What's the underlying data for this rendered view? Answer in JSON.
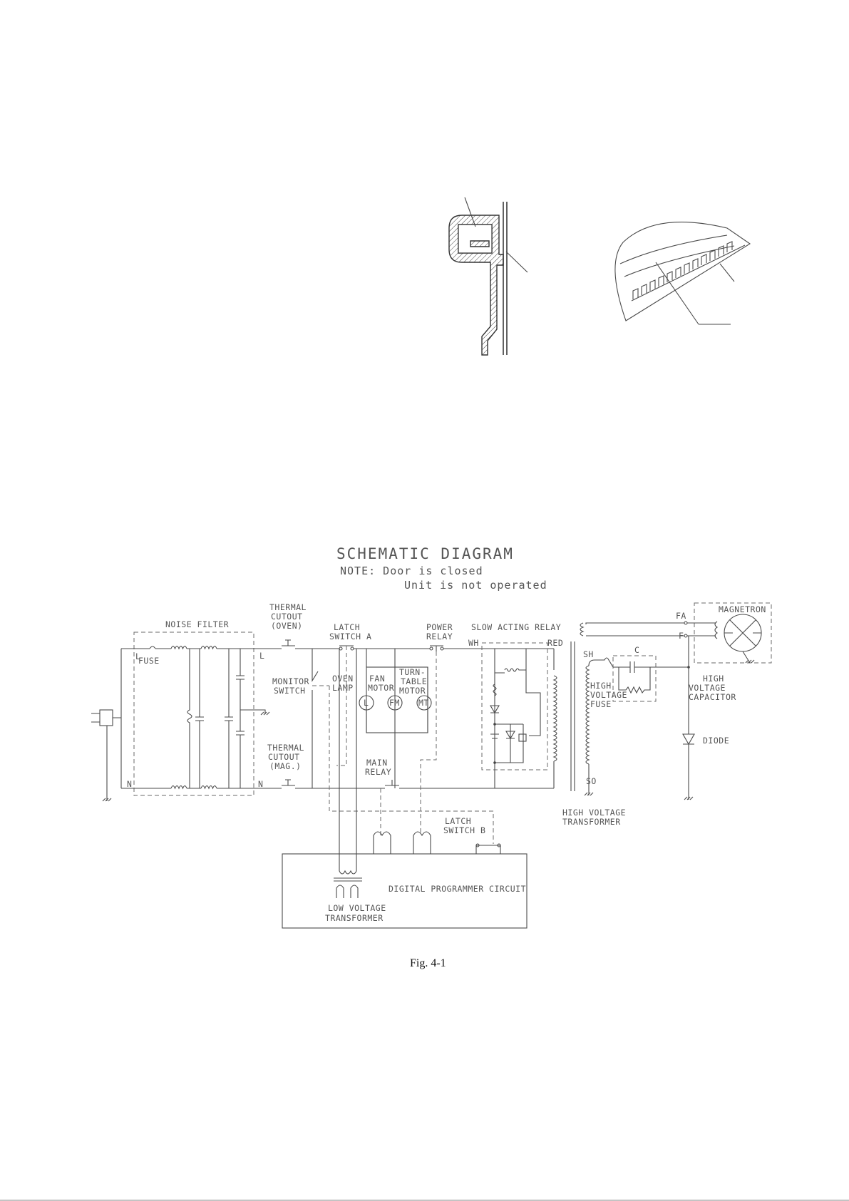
{
  "schematic": {
    "title": "SCHEMATIC   DIAGRAM",
    "note_line1": "NOTE: Door is closed",
    "note_line2": "Unit is not operated",
    "labels": {
      "noise_filter": "NOISE FILTER",
      "fuse": "FUSE",
      "l_left": "L",
      "n_left": "N",
      "l_right": "L",
      "n_right": "N",
      "thermal_cutout_oven_1": "THERMAL",
      "thermal_cutout_oven_2": "CUTOUT",
      "thermal_cutout_oven_3": "(OVEN)",
      "latch_switch_a_1": "LATCH",
      "latch_switch_a_2": "SWITCH A",
      "monitor_switch_1": "MONITOR",
      "monitor_switch_2": "SWITCH",
      "thermal_cutout_mag_1": "THERMAL",
      "thermal_cutout_mag_2": "CUTOUT",
      "thermal_cutout_mag_3": "(MAG.)",
      "oven_lamp_1": "OVEN",
      "oven_lamp_2": "LAMP",
      "fan_motor_1": "FAN",
      "fan_motor_2": "MOTOR",
      "turntable_1": "TURN-",
      "turntable_2": "TABLE",
      "turntable_3": "MOTOR",
      "lamp_symbol": "L",
      "fm_symbol": "FM",
      "mt_symbol": "MT",
      "power_relay_1": "POWER",
      "power_relay_2": "RELAY",
      "slow_acting_relay": "SLOW ACTING RELAY",
      "wh": "WH",
      "red": "RED",
      "main_relay_1": "MAIN",
      "main_relay_2": "RELAY",
      "latch_switch_b_1": "LATCH",
      "latch_switch_b_2": "SWITCH B",
      "digital_programmer": "DIGITAL PROGRAMMER CIRCUIT",
      "low_voltage_1": "LOW VOLTAGE",
      "low_voltage_2": "TRANSFORMER",
      "magnetron": "MAGNETRON",
      "fa": "FA",
      "f": "F",
      "sh": "SH",
      "so": "SO",
      "c": "C",
      "hv_fuse_1": "HIGH",
      "hv_fuse_2": "VOLTAGE",
      "hv_fuse_3": "FUSE",
      "hv_cap_1": "HIGH",
      "hv_cap_2": "VOLTAGE",
      "hv_cap_3": "CAPACITOR",
      "diode": "DIODE",
      "hv_trans_1": "HIGH VOLTAGE",
      "hv_trans_2": "TRANSFORMER"
    }
  },
  "caption": "Fig. 4-1"
}
